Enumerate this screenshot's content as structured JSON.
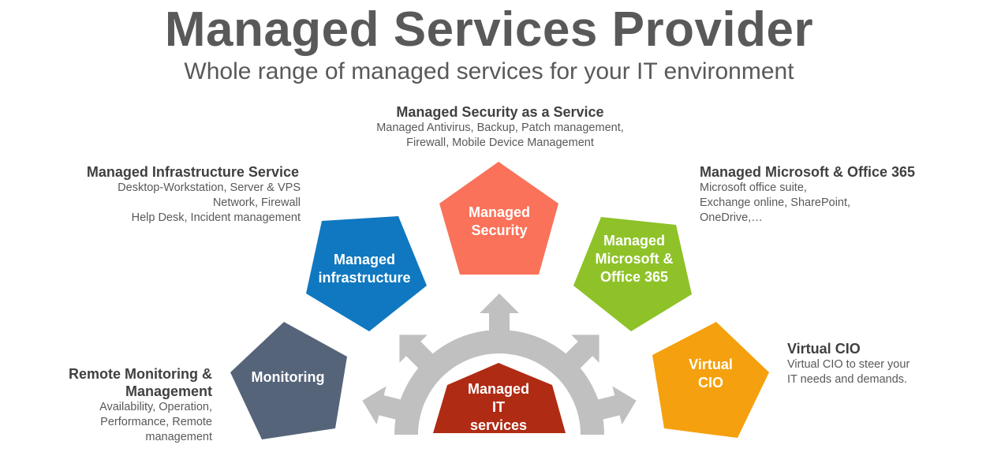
{
  "header": {
    "title": "Managed Services Provider",
    "subtitle": "Whole range of managed services for your IT environment"
  },
  "center": {
    "label_lines": [
      "Managed",
      "IT",
      "services"
    ],
    "color": "#B02B14",
    "gear_color": "#C0C0C0"
  },
  "services": [
    {
      "id": "security",
      "shape_label_lines": [
        "Managed",
        "Security"
      ],
      "color": "#F97259",
      "heading": "Managed Security as a Service",
      "description_lines": [
        "Managed Antivirus,  Backup, Patch management,",
        "Firewall, Mobile Device Management"
      ]
    },
    {
      "id": "infrastructure",
      "shape_label_lines": [
        "Managed",
        "infrastructure"
      ],
      "color": "#0F78C0",
      "heading": "Managed Infrastructure Service",
      "description_lines": [
        "Desktop-Workstation, Server & VPS",
        "Network, Firewall",
        "Help Desk, Incident  management"
      ]
    },
    {
      "id": "microsoft",
      "shape_label_lines": [
        "Managed",
        "Microsoft &",
        "Office 365"
      ],
      "color": "#8EC228",
      "heading": "Managed Microsoft & Office 365",
      "description_lines": [
        "Microsoft office suite,",
        "Exchange online,  SharePoint,",
        "OneDrive,…"
      ]
    },
    {
      "id": "monitoring",
      "shape_label_lines": [
        "Monitoring"
      ],
      "color": "#556479",
      "heading_lines": [
        "Remote Monitoring &",
        "Management"
      ],
      "description_lines": [
        "Availability, Operation,",
        "Performance, Remote",
        "management"
      ]
    },
    {
      "id": "virtual-cio",
      "shape_label_lines": [
        "Virtual",
        "CIO"
      ],
      "color": "#F5A00E",
      "heading": "Virtual CIO",
      "description_lines": [
        "Virtual CIO to steer your",
        "IT  needs and demands."
      ]
    }
  ]
}
